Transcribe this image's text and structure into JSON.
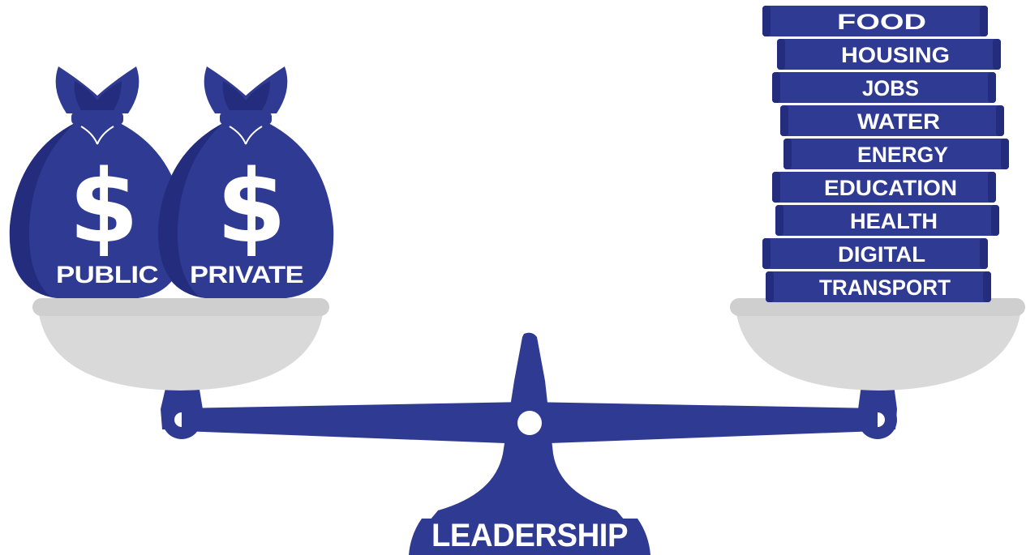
{
  "colors": {
    "navy": "#2f3a93",
    "navy_dark": "#232c7d",
    "plate": "#d9d9d9",
    "plate_rim": "#cfcfcf",
    "white": "#ffffff"
  },
  "money_bags": [
    {
      "label": "PUBLIC",
      "symbol": "$",
      "icon": "money-bag-icon"
    },
    {
      "label": "PRIVATE",
      "symbol": "$",
      "icon": "money-bag-icon"
    }
  ],
  "books": [
    {
      "label": "FOOD"
    },
    {
      "label": "HOUSING"
    },
    {
      "label": "JOBS"
    },
    {
      "label": "WATER"
    },
    {
      "label": "ENERGY"
    },
    {
      "label": "EDUCATION"
    },
    {
      "label": "HEALTH"
    },
    {
      "label": "DIGITAL"
    },
    {
      "label": "TRANSPORT"
    }
  ],
  "fulcrum": {
    "label": "LEADERSHIP"
  }
}
